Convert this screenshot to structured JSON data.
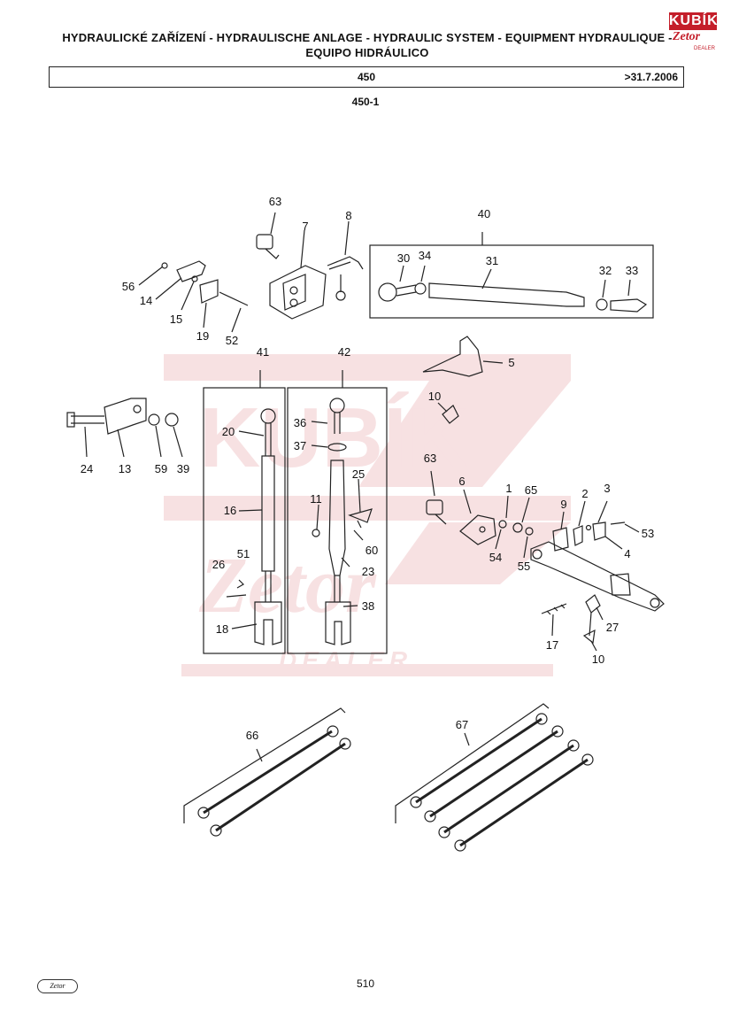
{
  "header": {
    "title_line1": "HYDRAULICKÉ ZAŘÍZENÍ - HYDRAULISCHE ANLAGE - HYDRAULIC SYSTEM - EQUIPMENT HYDRAULIQUE -",
    "title_line2": "EQUIPO HIDRÁULICO",
    "model": "450",
    "date_range": ">31.7.2006",
    "section": "450-1"
  },
  "logo": {
    "top": "KUBÍK",
    "mid": "Zetor",
    "bottom": "DEALER"
  },
  "watermark": {
    "brand": "KUBÍK",
    "sub": "Zetor",
    "dealer": "DEALER"
  },
  "callouts": {
    "c63a": "63",
    "c7": "7",
    "c8": "8",
    "c40": "40",
    "c30": "30",
    "c34": "34",
    "c31": "31",
    "c32": "32",
    "c33": "33",
    "c56": "56",
    "c14": "14",
    "c15": "15",
    "c19": "19",
    "c52": "52",
    "c41": "41",
    "c42": "42",
    "c5": "5",
    "c10a": "10",
    "c36": "36",
    "c37": "37",
    "c20": "20",
    "c24": "24",
    "c13": "13",
    "c59": "59",
    "c39": "39",
    "c63b": "63",
    "c6": "6",
    "c1": "1",
    "c65": "65",
    "c2": "2",
    "c3": "3",
    "c9": "9",
    "c53": "53",
    "c4": "4",
    "c54": "54",
    "c55": "55",
    "c16": "16",
    "c25": "25",
    "c11": "11",
    "c60": "60",
    "c23": "23",
    "c26": "26",
    "c51": "51",
    "c38": "38",
    "c18": "18",
    "c17": "17",
    "c27": "27",
    "c10b": "10",
    "c66": "66",
    "c67": "67"
  },
  "footer": {
    "page_number": "510",
    "brand": "Zetor"
  }
}
